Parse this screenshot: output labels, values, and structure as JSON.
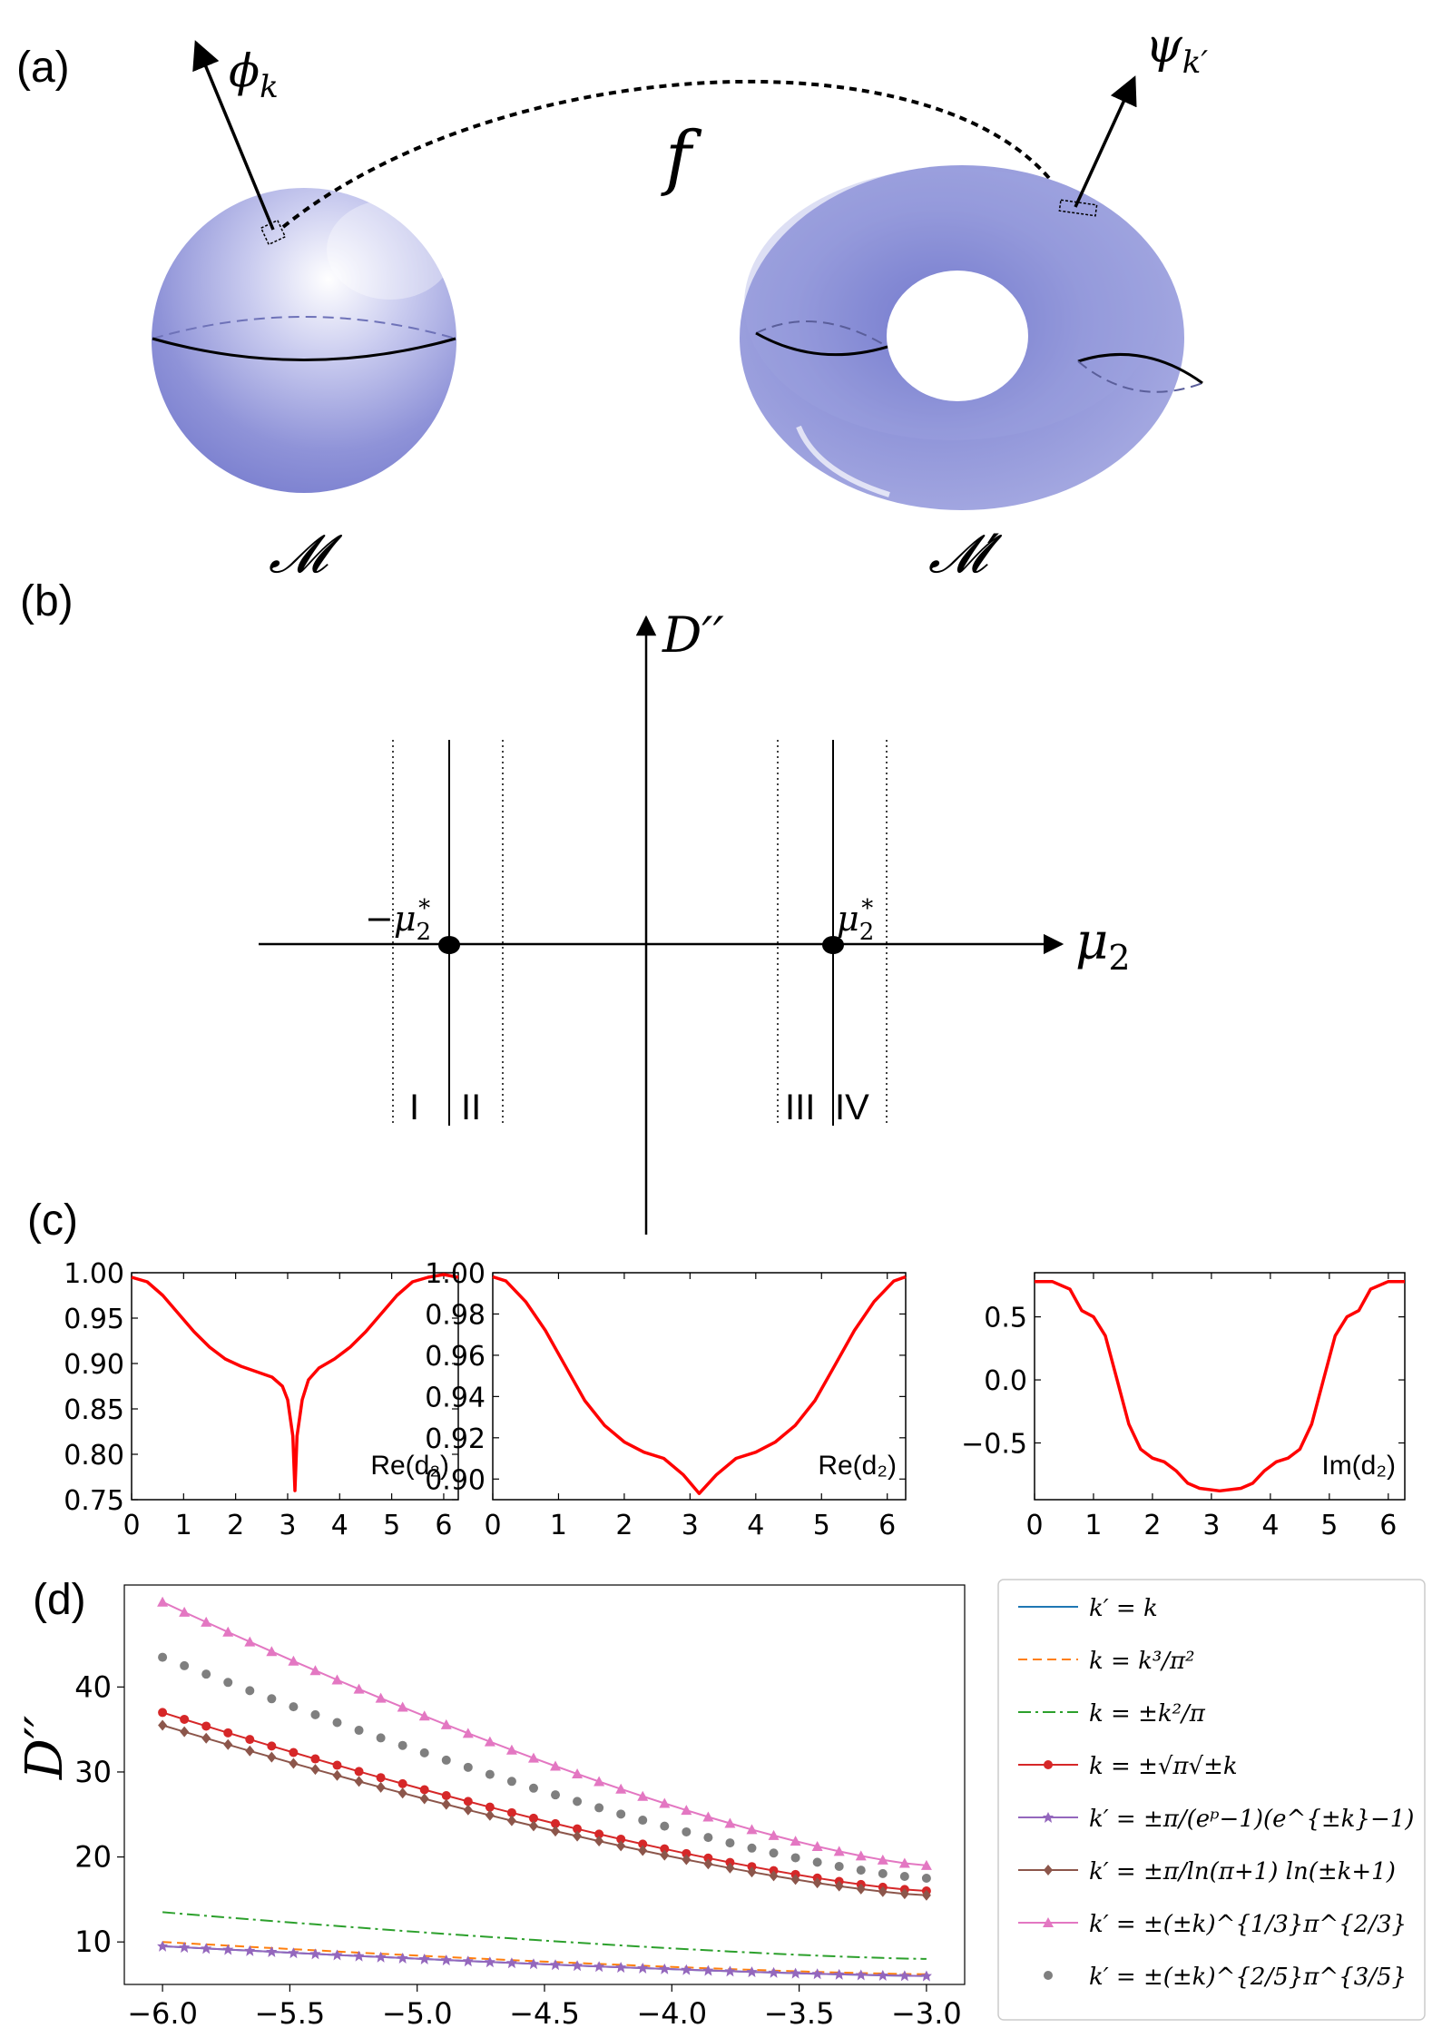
{
  "panels": {
    "a": {
      "label": "(a)",
      "phi_base": "ϕ",
      "phi_sub": "k",
      "psi_base": "ψ",
      "psi_sub": "k′",
      "map": "f",
      "manifold": "𝓜",
      "manifold_prime": "𝓜′"
    },
    "b": {
      "label": "(b)",
      "yaxis": "D′′",
      "xaxis_base": "μ",
      "xaxis_sub": "2",
      "neg_point": "−μ",
      "pos_point": "μ",
      "point_sub": "2",
      "point_sup": "*",
      "regions": [
        "I",
        "II",
        "III",
        "IV"
      ]
    },
    "c": {
      "label": "(c)"
    },
    "d": {
      "label": "(d)",
      "ylabel": "D′′"
    }
  },
  "colors": {
    "sphere": "#8a8fd6",
    "torus": "#8c92d8",
    "curve": "#ff0000",
    "blue": "#1f77b4",
    "orange": "#ff7f0e",
    "green": "#2ca02c",
    "red": "#d62728",
    "purple": "#9467bd",
    "brown": "#8c564b",
    "pink": "#e377c2",
    "gray": "#7f7f7f"
  },
  "chart_data": [
    {
      "type": "line",
      "panel": "c1",
      "annotation": "Re(d₂)",
      "x": [
        0,
        0.3,
        0.6,
        0.9,
        1.2,
        1.5,
        1.8,
        2.1,
        2.4,
        2.7,
        2.9,
        3.0,
        3.1,
        3.14,
        3.18,
        3.28,
        3.4,
        3.6,
        3.9,
        4.2,
        4.5,
        4.8,
        5.1,
        5.4,
        5.7,
        6.0,
        6.28
      ],
      "values": [
        0.995,
        0.99,
        0.975,
        0.955,
        0.935,
        0.918,
        0.905,
        0.897,
        0.891,
        0.885,
        0.875,
        0.86,
        0.82,
        0.76,
        0.82,
        0.86,
        0.882,
        0.895,
        0.905,
        0.918,
        0.935,
        0.955,
        0.975,
        0.99,
        0.995,
        0.998,
        0.995
      ],
      "xlim": [
        0,
        6.28
      ],
      "ylim": [
        0.75,
        1.0
      ],
      "xticks": [
        0,
        1,
        2,
        3,
        4,
        5,
        6
      ],
      "yticks": [
        0.75,
        0.8,
        0.85,
        0.9,
        0.95,
        1.0
      ],
      "yticklabels": [
        "0.75",
        "0.80",
        "0.85",
        "0.90",
        "0.95",
        "1.00"
      ]
    },
    {
      "type": "line",
      "panel": "c2",
      "annotation": "Re(d₂)",
      "x": [
        0,
        0.2,
        0.5,
        0.8,
        1.1,
        1.4,
        1.7,
        2.0,
        2.3,
        2.6,
        2.9,
        3.14,
        3.4,
        3.7,
        4.0,
        4.3,
        4.6,
        4.9,
        5.2,
        5.5,
        5.8,
        6.1,
        6.28
      ],
      "values": [
        0.998,
        0.996,
        0.986,
        0.972,
        0.955,
        0.938,
        0.926,
        0.918,
        0.913,
        0.91,
        0.902,
        0.893,
        0.902,
        0.91,
        0.913,
        0.918,
        0.926,
        0.938,
        0.955,
        0.972,
        0.986,
        0.996,
        0.998
      ],
      "xlim": [
        0,
        6.28
      ],
      "ylim": [
        0.89,
        1.0
      ],
      "xticks": [
        0,
        1,
        2,
        3,
        4,
        5,
        6
      ],
      "yticks": [
        0.9,
        0.92,
        0.94,
        0.96,
        0.98,
        1.0
      ],
      "yticklabels": [
        "0.90",
        "0.92",
        "0.94",
        "0.96",
        "0.98",
        "1.00"
      ]
    },
    {
      "type": "line",
      "panel": "c3",
      "annotation": "Im(d₂)",
      "x": [
        0,
        0.3,
        0.6,
        0.8,
        1.0,
        1.2,
        1.4,
        1.6,
        1.8,
        2.0,
        2.2,
        2.4,
        2.6,
        2.8,
        3.14,
        3.5,
        3.7,
        3.9,
        4.1,
        4.3,
        4.5,
        4.7,
        4.9,
        5.1,
        5.3,
        5.5,
        5.7,
        6.0,
        6.28
      ],
      "values": [
        0.78,
        0.78,
        0.72,
        0.55,
        0.5,
        0.35,
        0.0,
        -0.35,
        -0.55,
        -0.62,
        -0.65,
        -0.72,
        -0.82,
        -0.86,
        -0.88,
        -0.86,
        -0.82,
        -0.72,
        -0.65,
        -0.62,
        -0.55,
        -0.35,
        0.0,
        0.35,
        0.5,
        0.55,
        0.72,
        0.78,
        0.78
      ],
      "xlim": [
        0,
        6.28
      ],
      "ylim": [
        -0.95,
        0.85
      ],
      "xticks": [
        0,
        1,
        2,
        3,
        4,
        5,
        6
      ],
      "yticks": [
        -0.5,
        0.0,
        0.5
      ],
      "yticklabels": [
        "−0.5",
        "0.0",
        "0.5"
      ]
    },
    {
      "type": "line",
      "panel": "d",
      "ylabel": "D′′",
      "xlim": [
        -6.15,
        -2.85
      ],
      "ylim": [
        5,
        52
      ],
      "xticks": [
        -6.0,
        -5.5,
        -5.0,
        -4.5,
        -4.0,
        -3.5,
        -3.0
      ],
      "xticklabels": [
        "−6.0",
        "−5.5",
        "−5.0",
        "−4.5",
        "−4.0",
        "−3.5",
        "−3.0"
      ],
      "yticks": [
        10,
        20,
        30,
        40
      ],
      "series": [
        {
          "name": "k′ = k",
          "key": "blue",
          "style": "solid",
          "marker": "none",
          "values_start": 9.5,
          "values_end": 6.0
        },
        {
          "name": "k = k³/π²",
          "key": "orange",
          "style": "dashed",
          "marker": "none",
          "values_start": 10.0,
          "values_end": 6.2
        },
        {
          "name": "k = ±k²/π",
          "key": "green",
          "style": "dashdot",
          "marker": "none",
          "values_start": 13.5,
          "values_end": 8.0
        },
        {
          "name": "k = ±√π√±k",
          "key": "red",
          "style": "solid",
          "marker": "circle",
          "values_start": 37.0,
          "values_end": 16.0
        },
        {
          "name": "k′ = ±π/(eᵖ−1)(e^{±k}−1)",
          "key": "purple",
          "style": "solid",
          "marker": "star",
          "values_start": 9.5,
          "values_end": 6.0
        },
        {
          "name": "k′ = ±π/ln(π+1) ln(±k+1)",
          "key": "brown",
          "style": "solid",
          "marker": "diamond",
          "values_start": 35.5,
          "values_end": 15.5
        },
        {
          "name": "k′ = ±(±k)^{1/3}π^{2/3}",
          "key": "pink",
          "style": "solid",
          "marker": "triangle",
          "values_start": 50.0,
          "values_end": 19.0
        },
        {
          "name": "k′ = ±(±k)^{2/5}π^{3/5}",
          "key": "gray",
          "style": "none",
          "marker": "dot",
          "values_start": 43.5,
          "values_end": 17.5
        }
      ]
    }
  ]
}
